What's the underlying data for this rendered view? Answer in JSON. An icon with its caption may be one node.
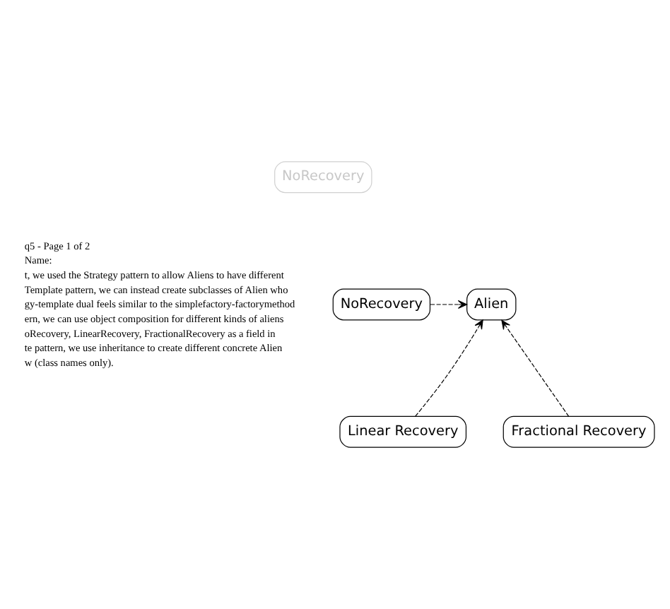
{
  "diagram": {
    "nodes": [
      {
        "text": [
          "NoRecovery"
        ]
      },
      {
        "text": [
          "Alien"
        ]
      },
      {
        "text": [
          "NoRecovery"
        ]
      },
      {
        "text": [
          "Linear Recovery"
        ]
      },
      {
        "text": [
          "Fractional Recovery"
        ]
      }
    ],
    "edges": [
      {
        "from": 2,
        "to": 1,
        "arrow": "to",
        "style": "dashed"
      },
      {
        "from": 3,
        "to": 1,
        "arrow": "to",
        "style": "dashed"
      },
      {
        "from": 4,
        "to": 1,
        "arrow": "to",
        "style": "dashed"
      }
    ],
    "labels": [
      "q5 - Page 1 of 2",
      "Name:",
      "t, we used the Strategy pattern to allow Aliens to have different",
      "Template pattern, we can instead create subclasses of Alien who",
      "gy-template dual feels similar to the simplefactory-factorymethod",
      "ern, we can use object composition for different kinds of aliens",
      "oRecovery, LinearRecovery, FractionalRecovery as a field in",
      "te pattern, we use inheritance to create different concrete Alien",
      "w (class names only)."
    ]
  }
}
